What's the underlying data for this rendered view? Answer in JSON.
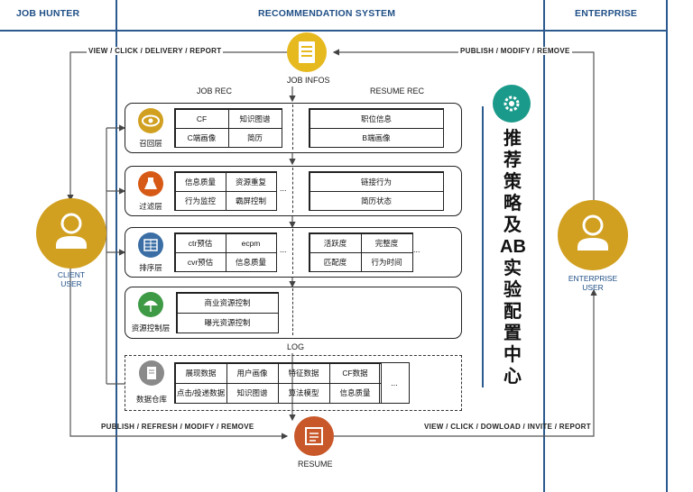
{
  "headers": {
    "left": "JOB HUNTER",
    "center": "RECOMMENDATION SYSTEM",
    "right": "ENTERPRISE"
  },
  "flows": {
    "top_left": "VIEW / CLICK / DELIVERY /  REPORT",
    "top_right": "PUBLISH / MODIFY / REMOVE",
    "bottom_left": "PUBLISH / REFRESH / MODIFY / REMOVE",
    "bottom_right": "VIEW / CLICK / DOWLOAD / INVITE / REPORT"
  },
  "nodes": {
    "job_infos": "JOB INFOS",
    "resume": "RESUME",
    "client_user": [
      "CLIENT",
      "USER"
    ],
    "enterprise_user": [
      "ENTERPRISE",
      "USER"
    ]
  },
  "sections": {
    "job_rec": "JOB REC",
    "resume_rec": "RESUME REC",
    "log": "LOG"
  },
  "layers": {
    "recall": {
      "label": "召回层",
      "job": [
        "CF",
        "知识图谱",
        "C端画像",
        "简历"
      ],
      "resume": [
        "职位信息",
        "B端画像"
      ]
    },
    "filter": {
      "label": "过滤层",
      "job": [
        "信息质量",
        "资源重复",
        "行为监控",
        "霸屏控制"
      ],
      "resume": [
        "链接行为",
        "简历状态"
      ]
    },
    "rank": {
      "label": "排序层",
      "job": [
        "ctr预估",
        "ecpm",
        "cvr预估",
        "信息质量"
      ],
      "resume": [
        "活跃度",
        "完整度",
        "匹配度",
        "行为时间"
      ]
    },
    "resource": {
      "label": "资源控制层",
      "job": [
        "商业资源控制",
        "曝光资源控制"
      ]
    },
    "warehouse": {
      "label": "数据仓库",
      "cells": [
        "展现数据",
        "用户画像",
        "特征数据",
        "CF数据",
        "点击/投递数据",
        "知识图谱",
        "算法模型",
        "信息质量"
      ]
    }
  },
  "ellipsis": "...",
  "ab_center": [
    "推",
    "荐",
    "策",
    "略",
    "及",
    "AB",
    "实",
    "验",
    "配",
    "置",
    "中",
    "心"
  ],
  "colors": {
    "line": "#2c5a8f",
    "gold": "#d1a020",
    "teal": "#1a9a8a",
    "orange": "#d65a16",
    "blue": "#3a6ea5",
    "green": "#3f9a46",
    "grey": "#888888",
    "rust": "#c8582a"
  }
}
